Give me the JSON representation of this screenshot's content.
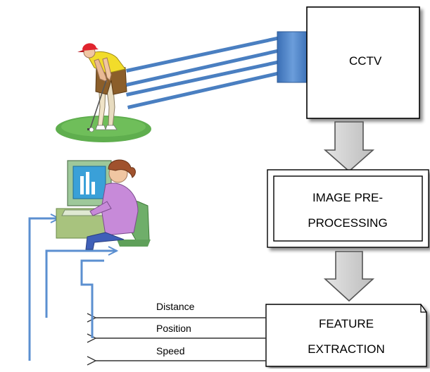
{
  "diagram": {
    "blocks": {
      "cctv": "CCTV",
      "preprocessing_line1": "IMAGE PRE-",
      "preprocessing_line2": "PROCESSING",
      "feature_line1": "FEATURE",
      "feature_line2": "EXTRACTION"
    },
    "outputs": [
      {
        "label": "Distance"
      },
      {
        "label": "Position"
      },
      {
        "label": "Speed"
      }
    ],
    "illustrations": {
      "golfer": "golfer-clipart",
      "operator": "computer-operator-clipart"
    },
    "colors": {
      "sensor_blue": "#4a7fc1",
      "arrow_gray": "#cccccc",
      "feedback_blue": "#5b8fd0",
      "green": "#5fae4e"
    }
  }
}
